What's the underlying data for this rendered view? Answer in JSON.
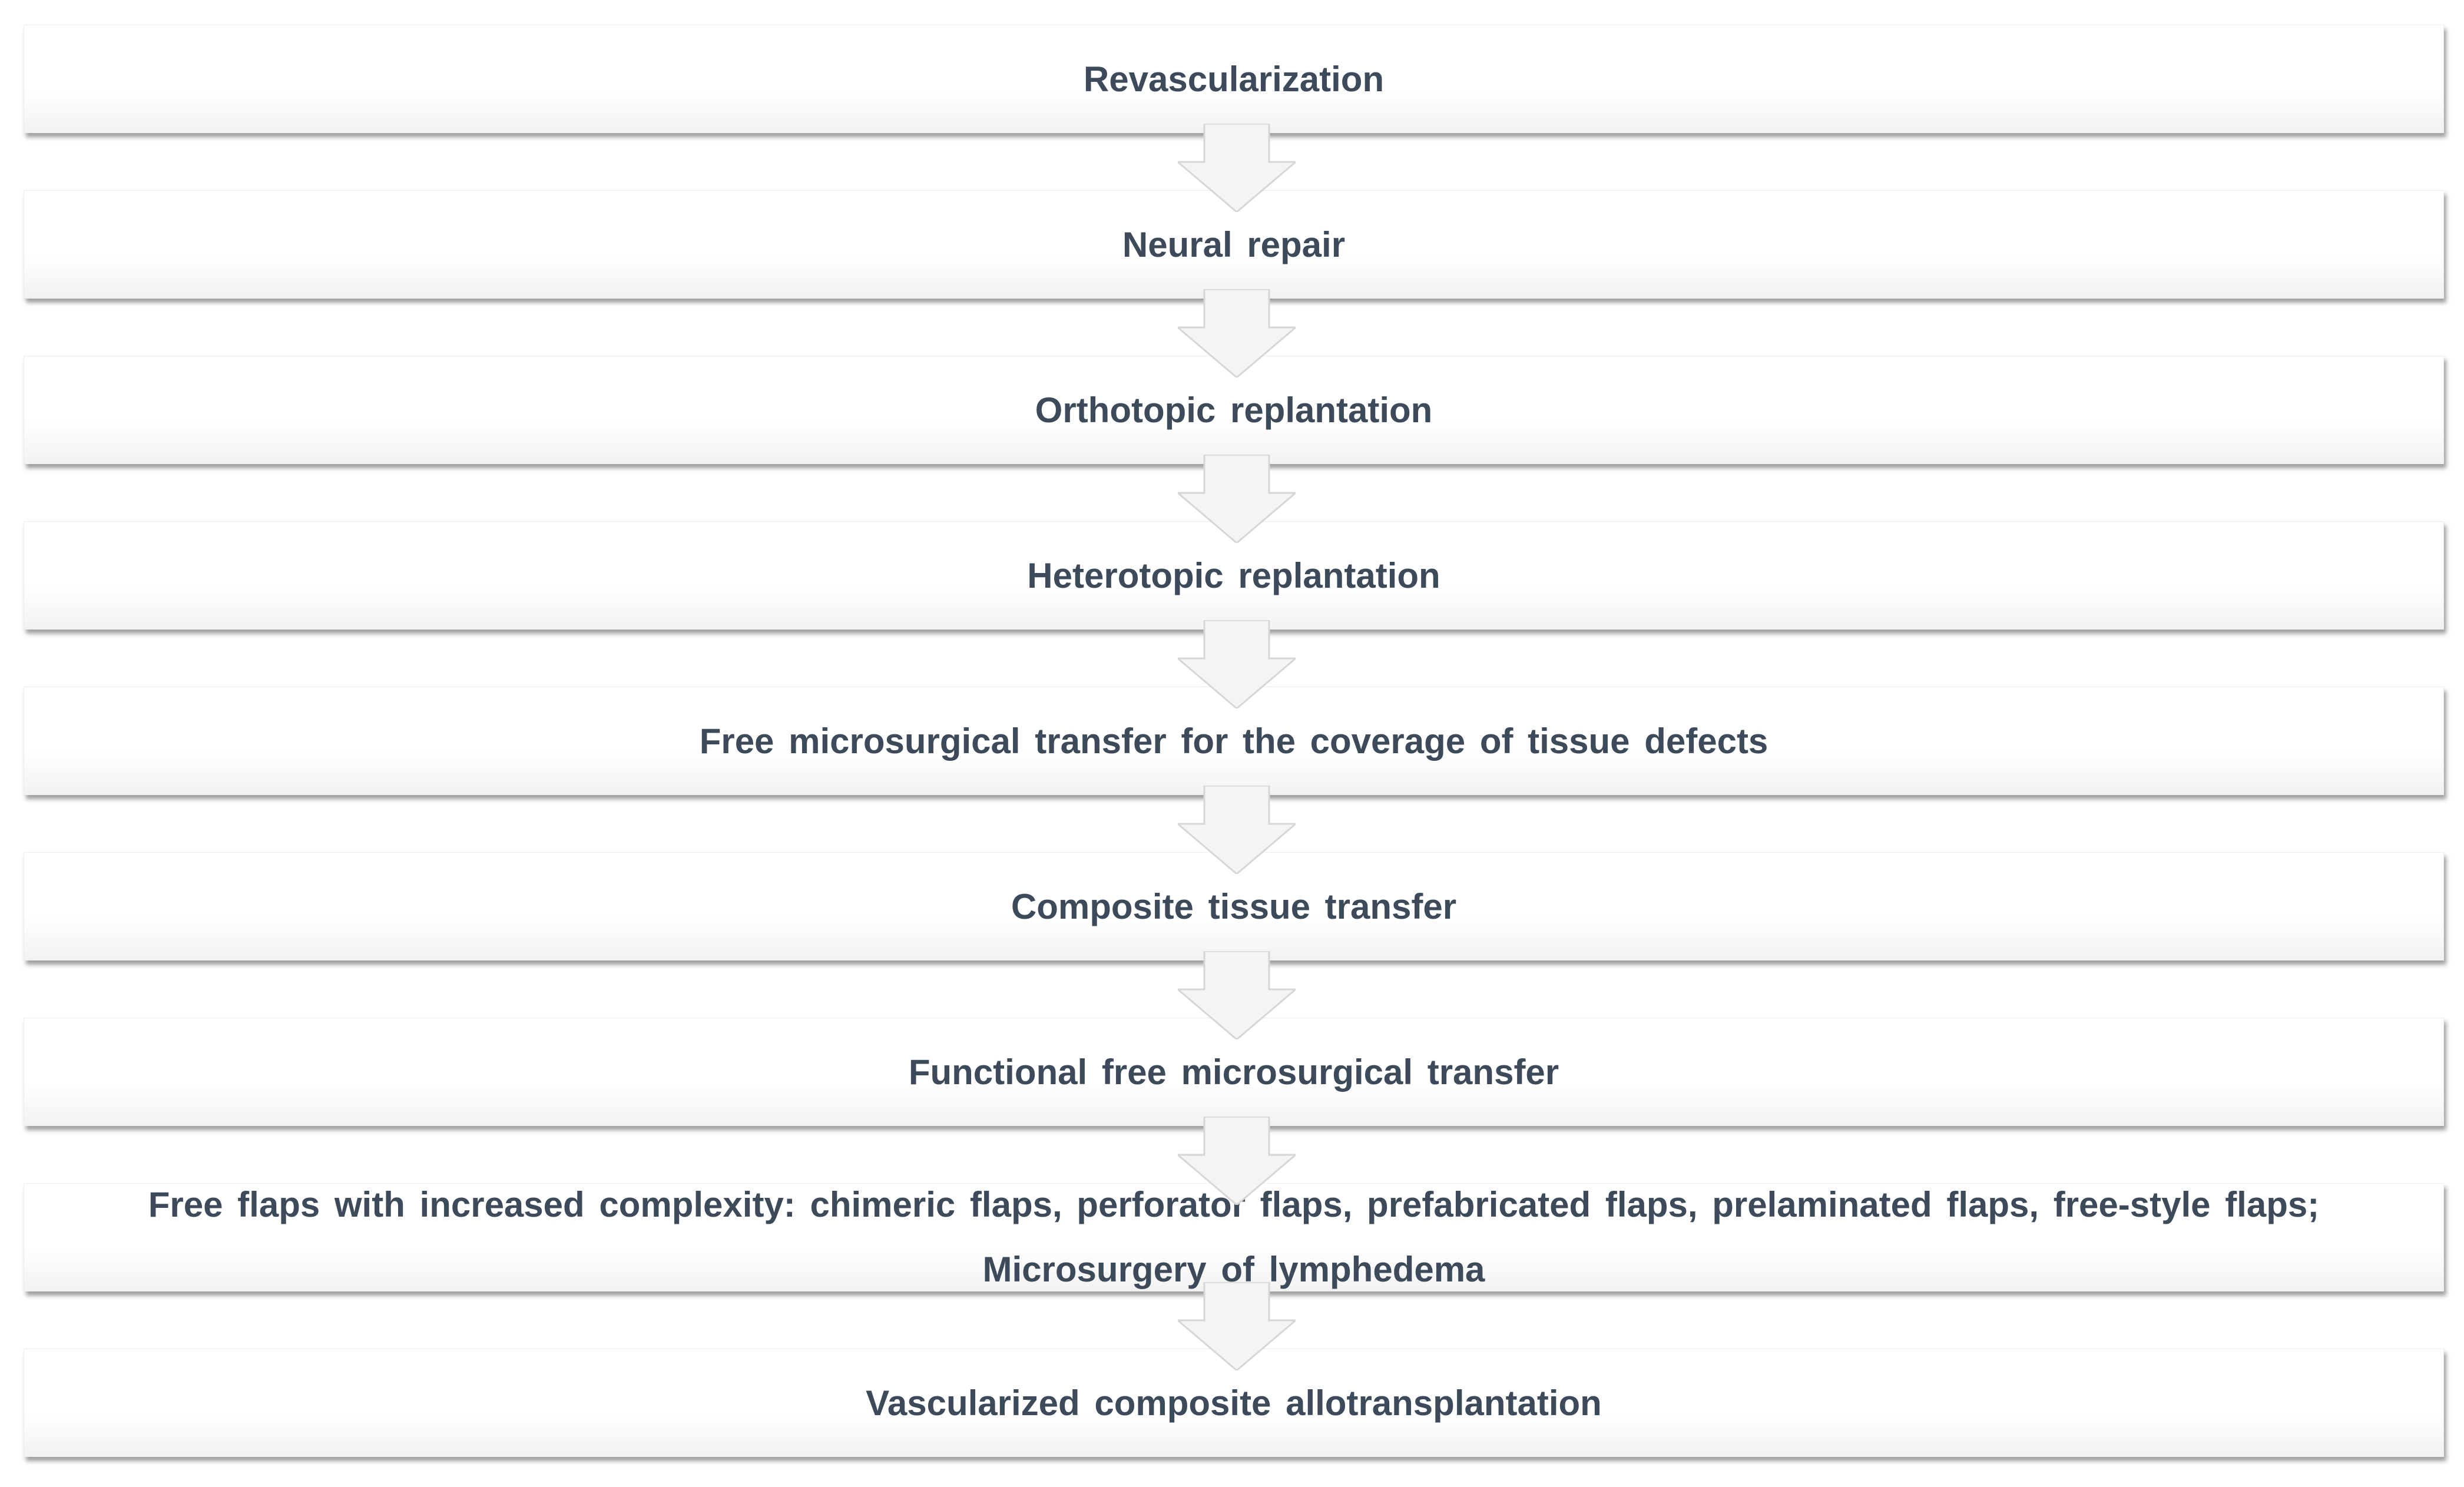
{
  "diagram": {
    "steps": [
      {
        "label": "Revascularization"
      },
      {
        "label": "Neural repair"
      },
      {
        "label": "Orthotopic replantation"
      },
      {
        "label": "Heterotopic replantation"
      },
      {
        "label": "Free microsurgical transfer for the coverage of tissue defects"
      },
      {
        "label": "Composite tissue transfer"
      },
      {
        "label": "Functional free microsurgical transfer"
      },
      {
        "label": "Free flaps with increased complexity: chimeric flaps, perforator flaps, prefabricated flaps, prelaminated flaps, free-style flaps;",
        "label_line2": "Microsurgery of lymphedema"
      },
      {
        "label": "Vascularized composite allotransplantation"
      }
    ],
    "colors": {
      "text": "#3d4a5a",
      "box_fill": "#ffffff",
      "box_shadow": "#8a8a8a",
      "arrow_fill": "#f4f4f4",
      "arrow_stroke": "#d8d8d8"
    },
    "arrow_icon": "chevron-down-arrow-icon"
  }
}
